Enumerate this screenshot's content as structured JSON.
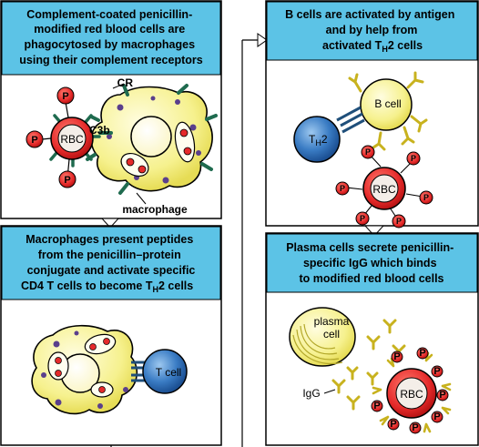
{
  "panels": {
    "p1": {
      "title_lines": [
        "Complement-coated penicillin-",
        "modified red blood cells are",
        "phagocytosed by macrophages",
        "using their complement receptors"
      ],
      "labels": {
        "cr": "CR",
        "c3b": "C3b",
        "rbc": "RBC",
        "macrophage": "macrophage",
        "p": "P"
      }
    },
    "p2": {
      "title_lines": [
        "B cells are activated by antigen",
        "and by help from",
        "activated T",
        "H",
        "2 cells"
      ],
      "labels": {
        "bcell": "B cell",
        "th2_t": "T",
        "th2_sub": "H",
        "th2_2": "2",
        "rbc": "RBC",
        "p": "P"
      }
    },
    "p3": {
      "title_lines": [
        "Macrophages present peptides",
        "from the penicillin–protein",
        "conjugate and activate specific",
        "CD4 T cells to become T",
        "H",
        "2 cells"
      ],
      "labels": {
        "tcell": "T cell"
      }
    },
    "p4": {
      "title_lines": [
        "Plasma cells secrete penicillin-",
        "specific IgG which binds",
        "to modified red blood cells"
      ],
      "labels": {
        "plasma1": "plasma",
        "plasma2": "cell",
        "igg": "IgG",
        "rbc": "RBC",
        "p": "P"
      }
    }
  },
  "colors": {
    "header_bg": "#5cc3e6",
    "cell_yellow": "#f6f18e",
    "rbc_red": "#e52a2a",
    "tcell_blue": "#1d63ad",
    "receptor_green": "#1f6b4f",
    "antibody_yellow": "#f2e04a"
  }
}
